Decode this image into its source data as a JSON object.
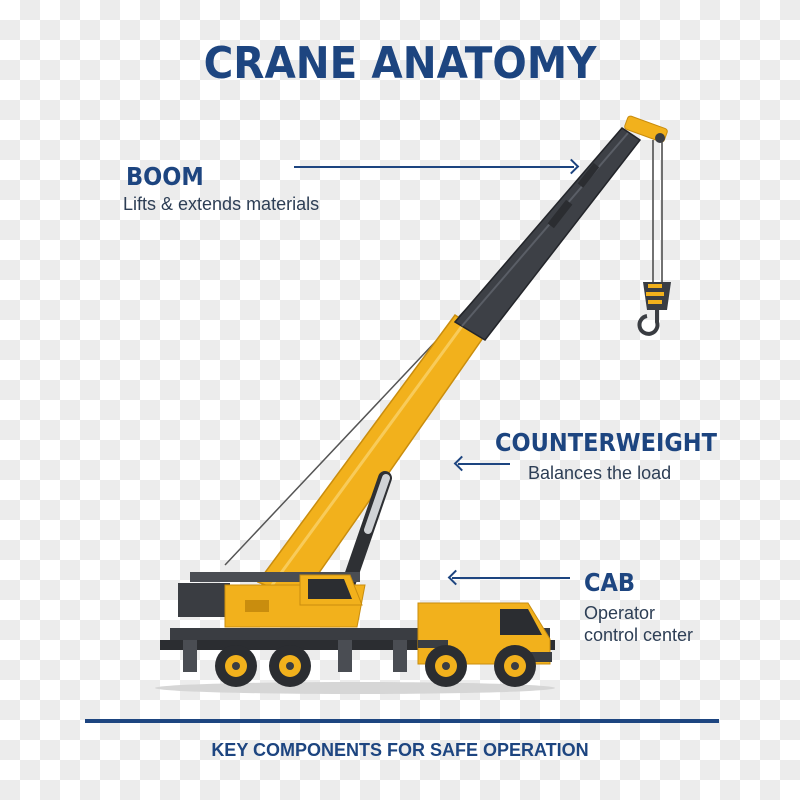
{
  "title": "CRANE ANATOMY",
  "labels": {
    "boom": {
      "heading": "BOOM",
      "desc": "Lifts & extends materials"
    },
    "counterweight": {
      "heading": "COUNTERWEIGHT",
      "desc": "Balances the load"
    },
    "cab": {
      "heading": "CAB",
      "desc_line1": "Operator",
      "desc_line2": "control center"
    }
  },
  "footer": "KEY COMPONENTS FOR SAFE OPERATION",
  "colors": {
    "navy": "#1d4580",
    "crane_yellow": "#f2b11c",
    "crane_dark": "#3a3d42"
  }
}
